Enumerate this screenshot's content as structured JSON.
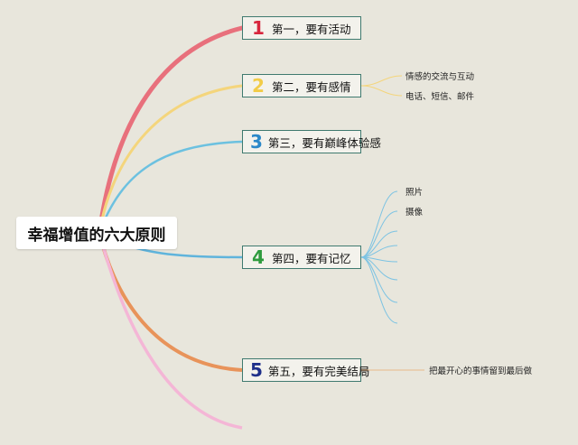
{
  "root": {
    "title": "幸福增值的六大原则"
  },
  "branches": [
    {
      "num": "1",
      "label": "第一，要有活动",
      "num_color": "#d7263d",
      "line_color": "#e8707c"
    },
    {
      "num": "2",
      "label": "第二，要有感情",
      "num_color": "#f2cc48",
      "line_color": "#f4d57c",
      "children": [
        "情感的交流与互动",
        "电话、短信、邮件"
      ]
    },
    {
      "num": "3",
      "label": "第三，要有巅峰体验感",
      "num_color": "#2b88c9",
      "line_color": "#6cc1e0"
    },
    {
      "num": "4",
      "label": "第四，要有记忆",
      "num_color": "#2e9b3e",
      "line_color": "#5fb4dc",
      "children": [
        "照片",
        "摄像"
      ]
    },
    {
      "num": "5",
      "label": "第五，要有完美结局",
      "num_color": "#1e2f8a",
      "line_color": "#e8935a",
      "children": [
        "把最开心的事情留到最后做"
      ]
    }
  ],
  "extra_branch_color": "#f4b6d6"
}
